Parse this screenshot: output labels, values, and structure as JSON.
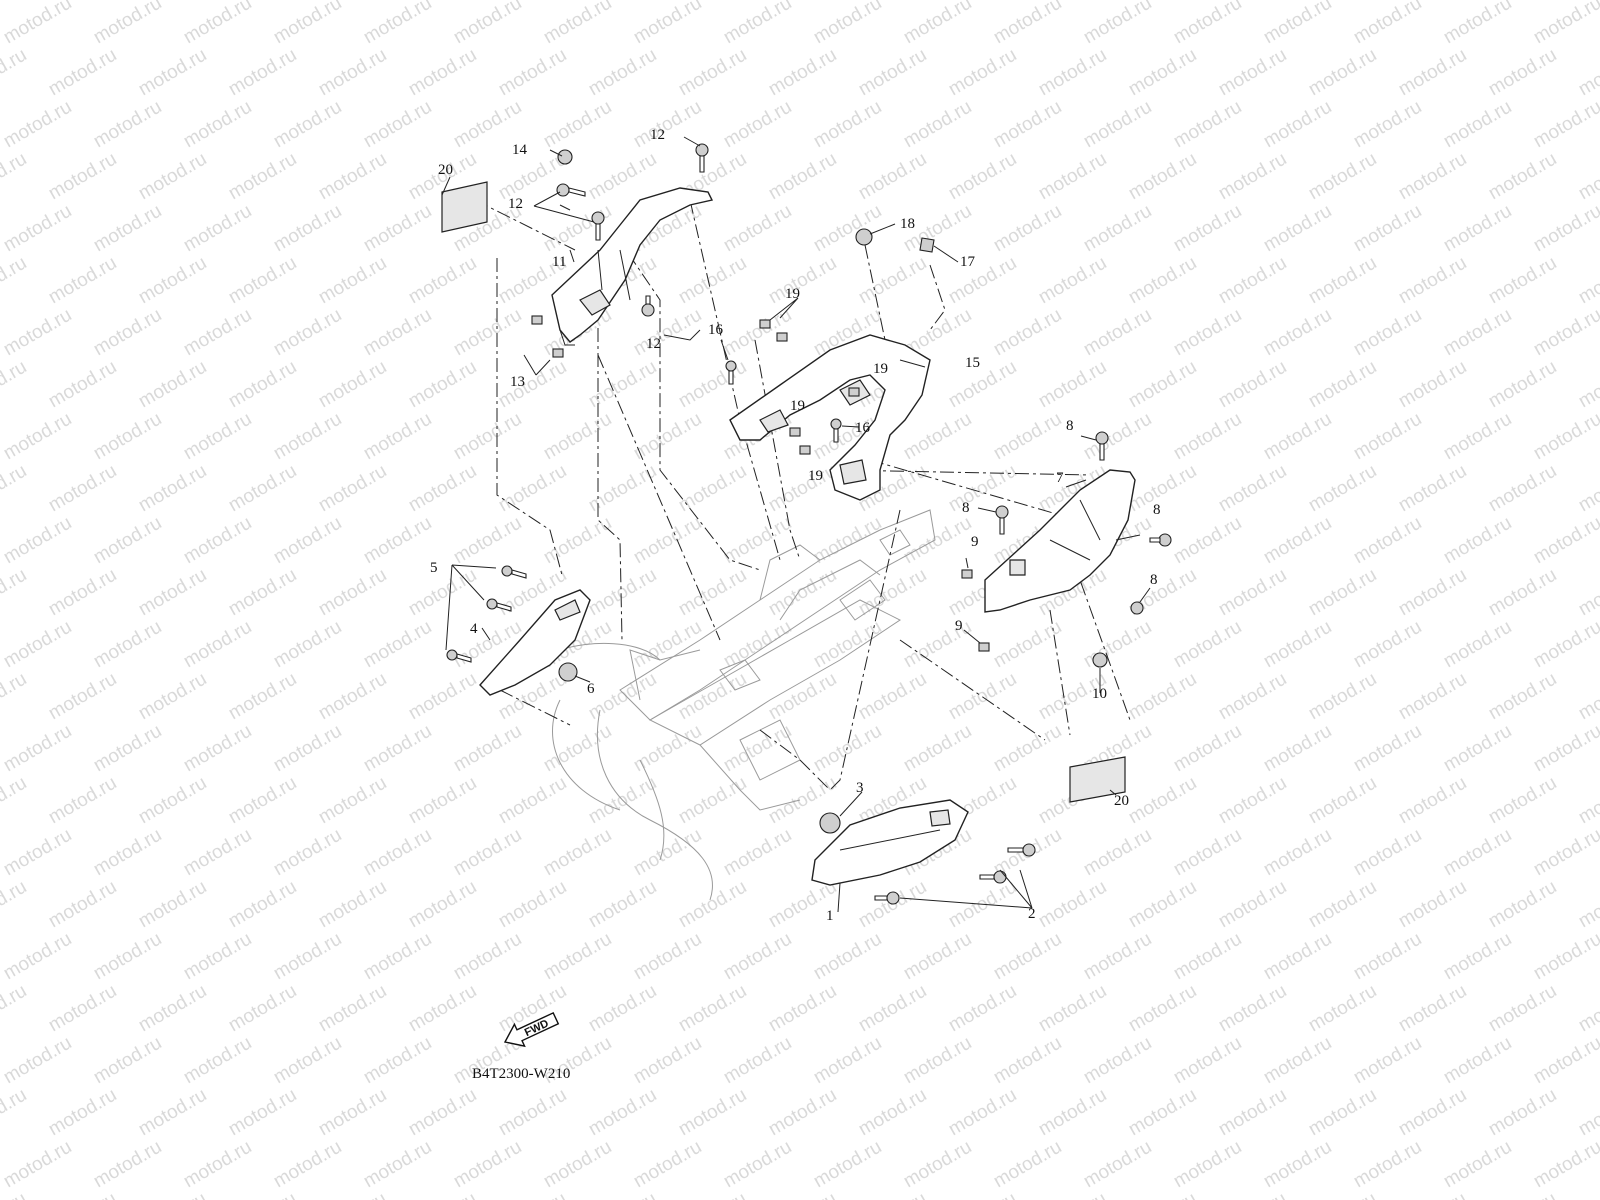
{
  "watermark": {
    "text": "motod.ru"
  },
  "diagram_code": "B4T2300-W210",
  "fwd_label": "FWD",
  "callouts": [
    "1",
    "2",
    "3",
    "4",
    "5",
    "6",
    "7",
    "8",
    "9",
    "10",
    "11",
    "12",
    "13",
    "14",
    "15",
    "16",
    "17",
    "18",
    "19",
    "20"
  ]
}
